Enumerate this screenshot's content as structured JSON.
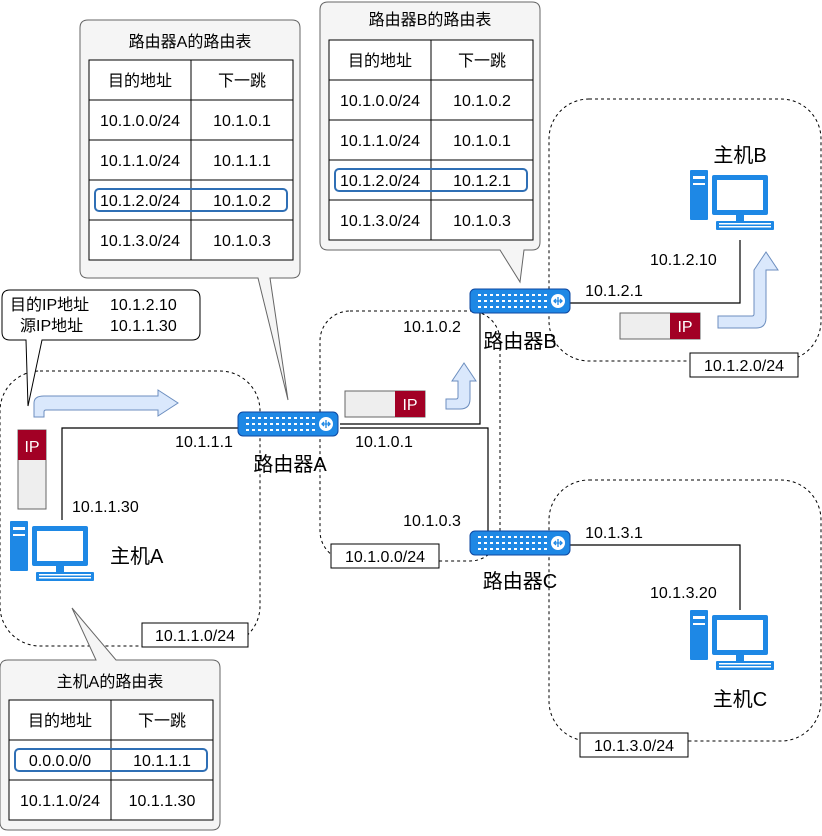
{
  "colors": {
    "device_blue": "#1e88e5",
    "device_dark": "#0d47a1",
    "ip_red": "#a20025",
    "arrow_fill": "#dae8fc",
    "arrow_stroke": "#6c8ebf",
    "highlight": "#2f6fb5",
    "callout_fill": "#f5f5f5",
    "callout_stroke": "#666666"
  },
  "networks": {
    "net_a": "10.1.1.0/24",
    "net_b": "10.1.2.0/24",
    "net_c": "10.1.3.0/24",
    "net_core": "10.1.0.0/24"
  },
  "hosts": {
    "host_a": {
      "label": "主机A",
      "ip": "10.1.1.30"
    },
    "host_b": {
      "label": "主机B",
      "ip": "10.1.2.10"
    },
    "host_c": {
      "label": "主机C",
      "ip": "10.1.3.20"
    }
  },
  "routers": {
    "router_a": {
      "label": "路由器A",
      "ip_lan": "10.1.1.1",
      "ip_core": "10.1.0.1"
    },
    "router_b": {
      "label": "路由器B",
      "ip_lan": "10.1.2.1",
      "ip_core": "10.1.0.2"
    },
    "router_c": {
      "label": "路由器C",
      "ip_lan": "10.1.3.1",
      "ip_core": "10.1.0.3"
    }
  },
  "packet": {
    "tag": "IP",
    "dest_label": "目的IP地址",
    "dest_value": "10.1.2.10",
    "src_label": "源IP地址",
    "src_value": "10.1.1.30"
  },
  "tables": {
    "router_a": {
      "title": "路由器A的路由表",
      "headers": [
        "目的地址",
        "下一跳"
      ],
      "rows": [
        [
          "10.1.0.0/24",
          "10.1.0.1"
        ],
        [
          "10.1.1.0/24",
          "10.1.1.1"
        ],
        [
          "10.1.2.0/24",
          "10.1.0.2"
        ],
        [
          "10.1.3.0/24",
          "10.1.0.3"
        ]
      ],
      "highlight_row": 2
    },
    "router_b": {
      "title": "路由器B的路由表",
      "headers": [
        "目的地址",
        "下一跳"
      ],
      "rows": [
        [
          "10.1.0.0/24",
          "10.1.0.2"
        ],
        [
          "10.1.1.0/24",
          "10.1.0.1"
        ],
        [
          "10.1.2.0/24",
          "10.1.2.1"
        ],
        [
          "10.1.3.0/24",
          "10.1.0.3"
        ]
      ],
      "highlight_row": 2
    },
    "host_a": {
      "title": "主机A的路由表",
      "headers": [
        "目的地址",
        "下一跳"
      ],
      "rows": [
        [
          "0.0.0.0/0",
          "10.1.1.1"
        ],
        [
          "10.1.1.0/24",
          "10.1.1.30"
        ]
      ],
      "highlight_row": 0
    }
  }
}
